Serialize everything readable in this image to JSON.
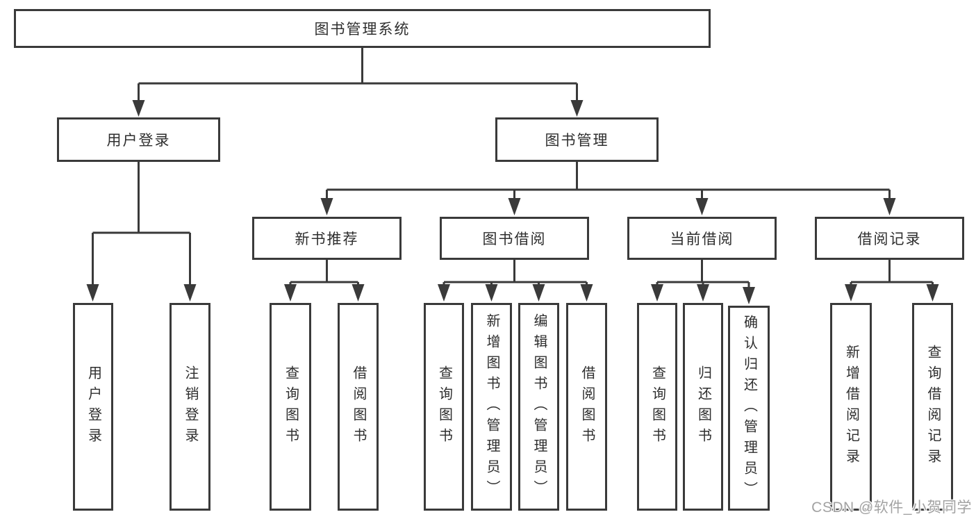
{
  "tree": {
    "label": "图书管理系统",
    "children": [
      {
        "label": "用户登录",
        "children": [
          {
            "label": "用户登录"
          },
          {
            "label": "注销登录"
          }
        ]
      },
      {
        "label": "图书管理",
        "children": [
          {
            "label": "新书推荐",
            "children": [
              {
                "label": "查询图书"
              },
              {
                "label": "借阅图书"
              }
            ]
          },
          {
            "label": "图书借阅",
            "children": [
              {
                "label": "查询图书"
              },
              {
                "label": "新增图书（管理员）"
              },
              {
                "label": "编辑图书（管理员）"
              },
              {
                "label": "借阅图书"
              }
            ]
          },
          {
            "label": "当前借阅",
            "children": [
              {
                "label": "查询图书"
              },
              {
                "label": "归还图书"
              },
              {
                "label": "确认归还（管理员）"
              }
            ]
          },
          {
            "label": "借阅记录",
            "children": [
              {
                "label": "新增借阅记录"
              },
              {
                "label": "查询借阅记录"
              }
            ]
          }
        ]
      }
    ]
  },
  "watermark": {
    "text": "CSDN @软件_小贺同学"
  },
  "colors": {
    "line": "#3a3a3a",
    "text": "#2e2e2e",
    "background": "#ffffff",
    "watermark": "#a2a2a2"
  }
}
